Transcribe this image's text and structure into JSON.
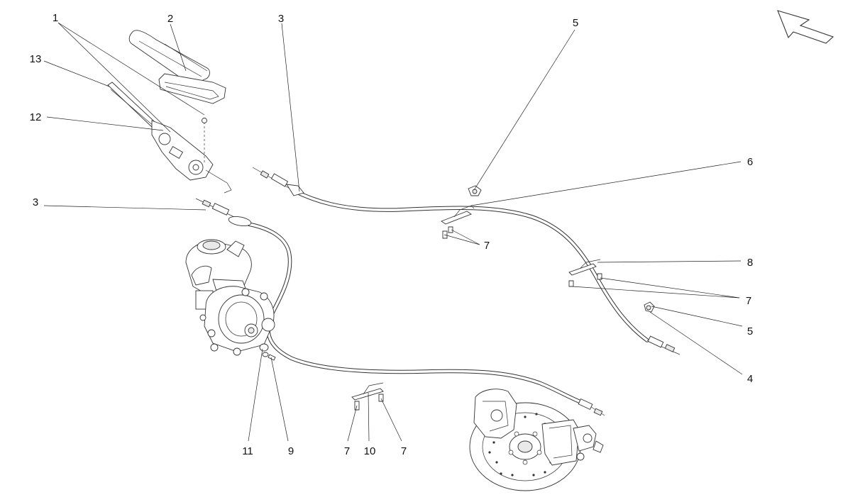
{
  "diagram": {
    "callouts": [
      "1",
      "2",
      "3",
      "13",
      "12",
      "3",
      "5",
      "6",
      "7",
      "8",
      "7",
      "5",
      "4",
      "11",
      "9",
      "7",
      "10",
      "7"
    ]
  }
}
